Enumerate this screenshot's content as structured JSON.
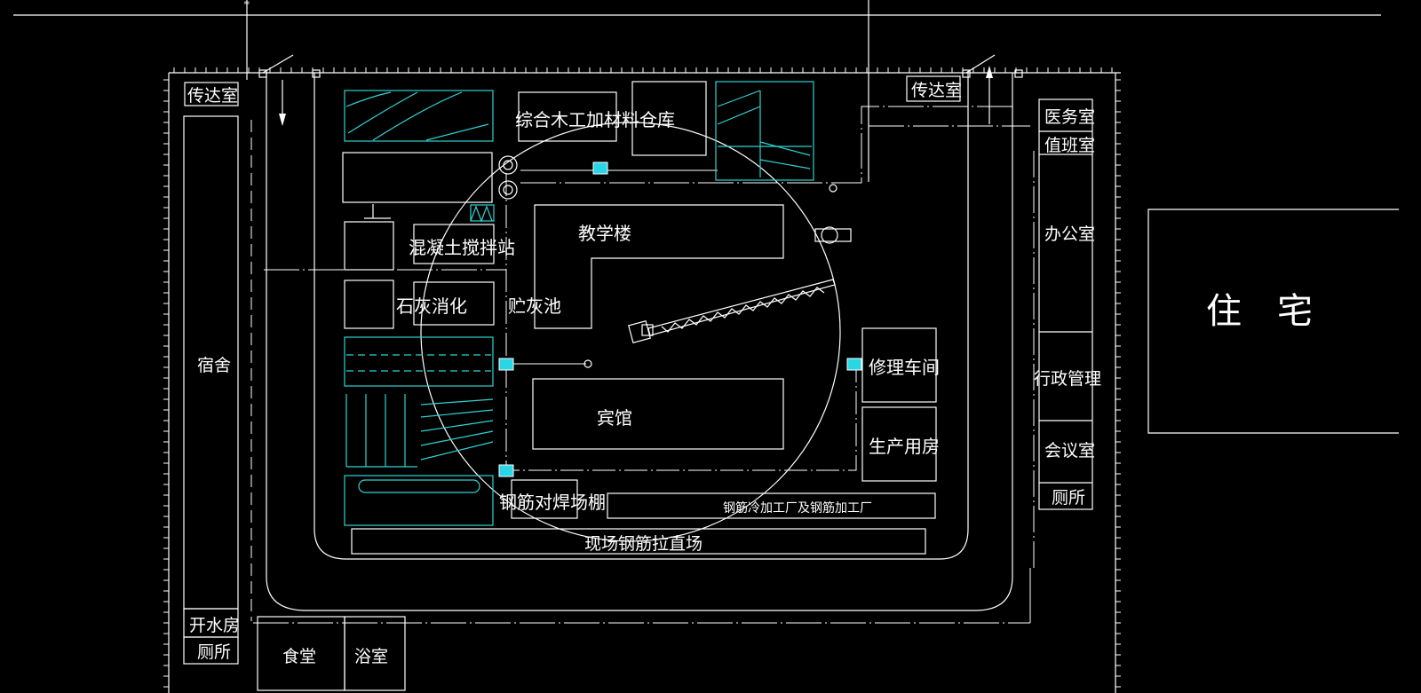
{
  "labels": {
    "gate_left": "传达室",
    "gate_right": "传达室",
    "dorm": "宿舍",
    "boiler": "开水房",
    "toilet_left": "厕所",
    "canteen": "食堂",
    "bath": "浴室",
    "woodshop": "综合木工加材料仓库",
    "concrete": "混凝土搅拌站",
    "lime": "石灰消化",
    "lime_pit": "贮灰池",
    "teaching": "教学楼",
    "hotel": "宾馆",
    "repair": "修理车间",
    "production": "生产用房",
    "welding": "钢筋对焊场棚",
    "rebar_factory": "钢筋冷加工厂及钢筋加工厂",
    "rebar_yard": "现场钢筋拉直场",
    "clinic": "医务室",
    "duty": "值班室",
    "office": "办公室",
    "admin": "行政管理",
    "meeting": "会议室",
    "toilet_right": "厕所",
    "residence": "住　宅"
  },
  "colors": {
    "background": "#000000",
    "line": "#ffffff",
    "accent": "#2fd3d3"
  }
}
